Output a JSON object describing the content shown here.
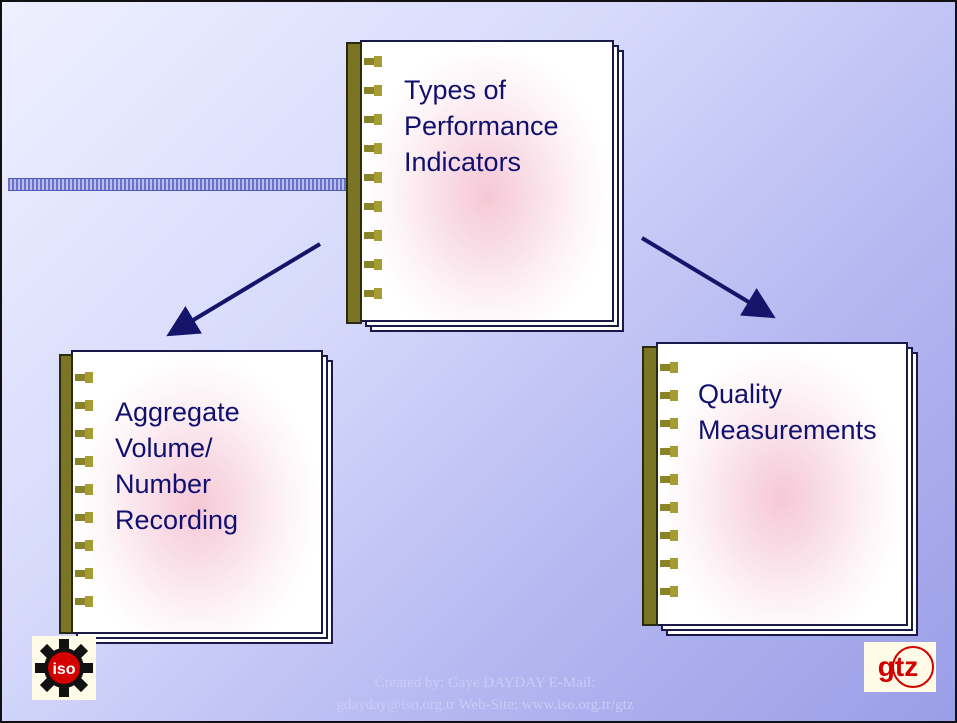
{
  "diagram": {
    "top_node": {
      "label": "Types of\nPerformance\nIndicators"
    },
    "left_node": {
      "label": "Aggregate\nVolume/\nNumber\nRecording"
    },
    "right_node": {
      "label": "Quality\nMeasurements"
    }
  },
  "logos": {
    "left": {
      "name": "iso",
      "text": "iso",
      "color": "#d40000"
    },
    "right": {
      "name": "gtz",
      "text": "gtz",
      "color": "#d40000"
    }
  },
  "footer": {
    "text": "Created by: Gaye DAYDAY  E-Mail: gdayday@iso.org.tr    Web-Site: www.iso.org.tr/gtz"
  },
  "colors": {
    "background_light": "#eef0ff",
    "background_dark": "#9a9ee6",
    "arrow": "#14146a",
    "text": "#101070",
    "spine": "#7a7424"
  }
}
